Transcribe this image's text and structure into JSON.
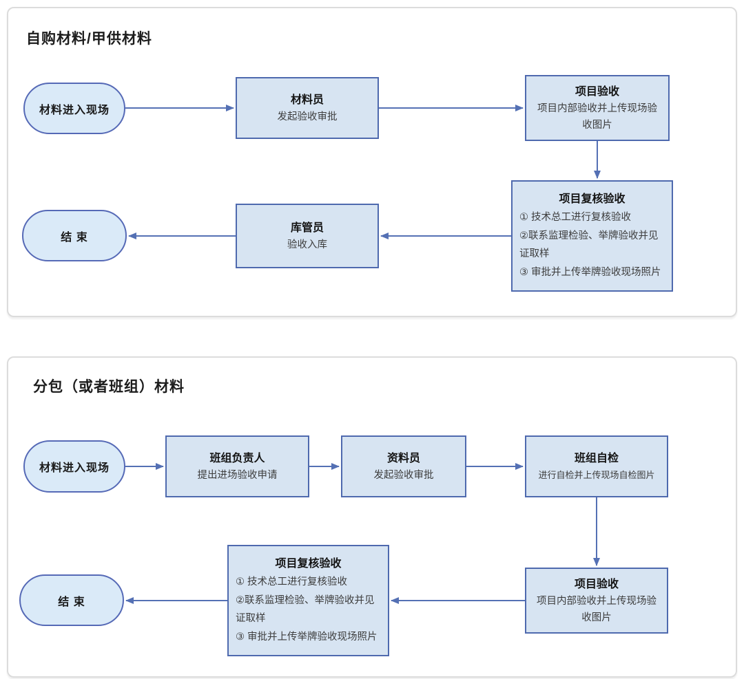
{
  "colors": {
    "node_fill": "#d7e4f2",
    "node_border": "#4e69ae",
    "terminal_fill": "#daeaf8",
    "terminal_border": "#5569b6",
    "arrow": "#5470b4",
    "panel_border": "#dcdcdc"
  },
  "panel_top": {
    "title": "自购材料/甲供材料",
    "nodes": {
      "start": {
        "label": "材料进入现场"
      },
      "material_clerk": {
        "title": "材料员",
        "body": "发起验收审批"
      },
      "project_accept": {
        "title": "项目验收",
        "body": "项目内部验收并上传现场验收图片"
      },
      "project_review": {
        "title": "项目复核验收",
        "items": [
          "① 技术总工进行复核验收",
          "②联系监理检验、举牌验收并见证取样",
          "③ 审批并上传举牌验收现场照片"
        ]
      },
      "warehouse_keeper": {
        "title": "库管员",
        "body": "验收入库"
      },
      "end": {
        "label": "结 束"
      }
    }
  },
  "panel_bottom": {
    "title": "分包（或者班组）材料",
    "nodes": {
      "start": {
        "label": "材料进入现场"
      },
      "team_leader": {
        "title": "班组负责人",
        "body": "提出进场验收申请"
      },
      "document_clerk": {
        "title": "资料员",
        "body": "发起验收审批"
      },
      "team_self_check": {
        "title": "班组自检",
        "body": "进行自检并上传现场自检图片"
      },
      "project_accept": {
        "title": "项目验收",
        "body": "项目内部验收并上传现场验收图片"
      },
      "project_review": {
        "title": "项目复核验收",
        "items": [
          "① 技术总工进行复核验收",
          "②联系监理检验、举牌验收并见证取样",
          "③ 审批并上传举牌验收现场照片"
        ]
      },
      "end": {
        "label": "结 束"
      }
    }
  }
}
